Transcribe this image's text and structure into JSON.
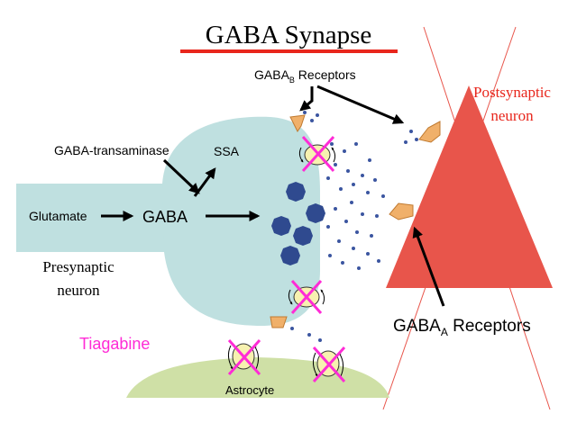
{
  "title": "GABA Synapse",
  "labels": {
    "gaba_b_main": "GABA",
    "gaba_b_sub": "B",
    "gaba_b_rest": " Receptors",
    "postsynaptic_line1": "Postsynaptic",
    "postsynaptic_line2": "neuron",
    "gaba_transaminase": "GABA-transaminase",
    "ssa": "SSA",
    "glutamate": "Glutamate",
    "gaba": "GABA",
    "presynaptic_line1": "Presynaptic",
    "presynaptic_line2": "neuron",
    "tiagabine": "Tiagabine",
    "astrocyte": "Astrocyte",
    "gaba_a_main": "GABA",
    "gaba_a_sub": "A",
    "gaba_a_rest": " Receptors"
  },
  "colors": {
    "title_underline": "#e8261c",
    "presynaptic": "#bfe0e0",
    "postsynaptic": "#e8554b",
    "postsynaptic_text": "#e8261c",
    "astrocyte": "#cfe0a6",
    "vesicle": "#2f4a8f",
    "gaba_molecule": "#3b55a0",
    "block_cross": "#ff2bd6",
    "tiagabine_text": "#ff2bd6",
    "transporter": "#f7f1b0",
    "receptor": "#f0b06a",
    "arrow": "#000000"
  }
}
